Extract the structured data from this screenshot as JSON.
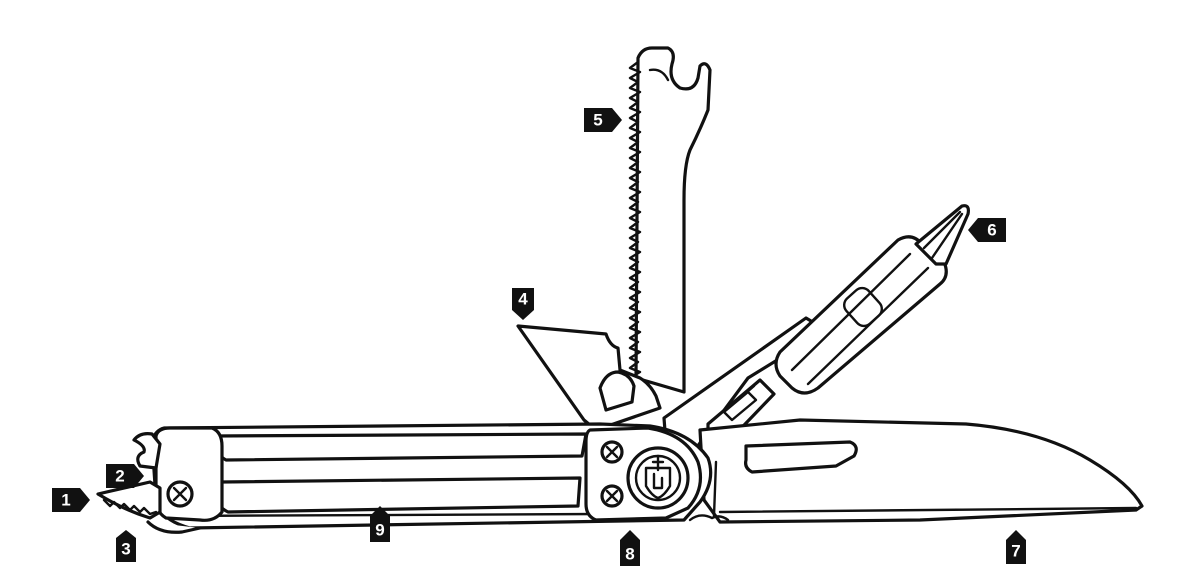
{
  "callouts": [
    {
      "id": "1",
      "label": "1"
    },
    {
      "id": "2",
      "label": "2"
    },
    {
      "id": "3",
      "label": "3"
    },
    {
      "id": "4",
      "label": "4"
    },
    {
      "id": "5",
      "label": "5"
    },
    {
      "id": "6",
      "label": "6"
    },
    {
      "id": "7",
      "label": "7"
    },
    {
      "id": "8",
      "label": "8"
    },
    {
      "id": "9",
      "label": "9"
    }
  ],
  "colors": {
    "ink": "#111111",
    "paper": "#ffffff"
  },
  "icons": {
    "pivot_emblem": "shield-logo-icon",
    "screw": "torx-screw-icon"
  }
}
